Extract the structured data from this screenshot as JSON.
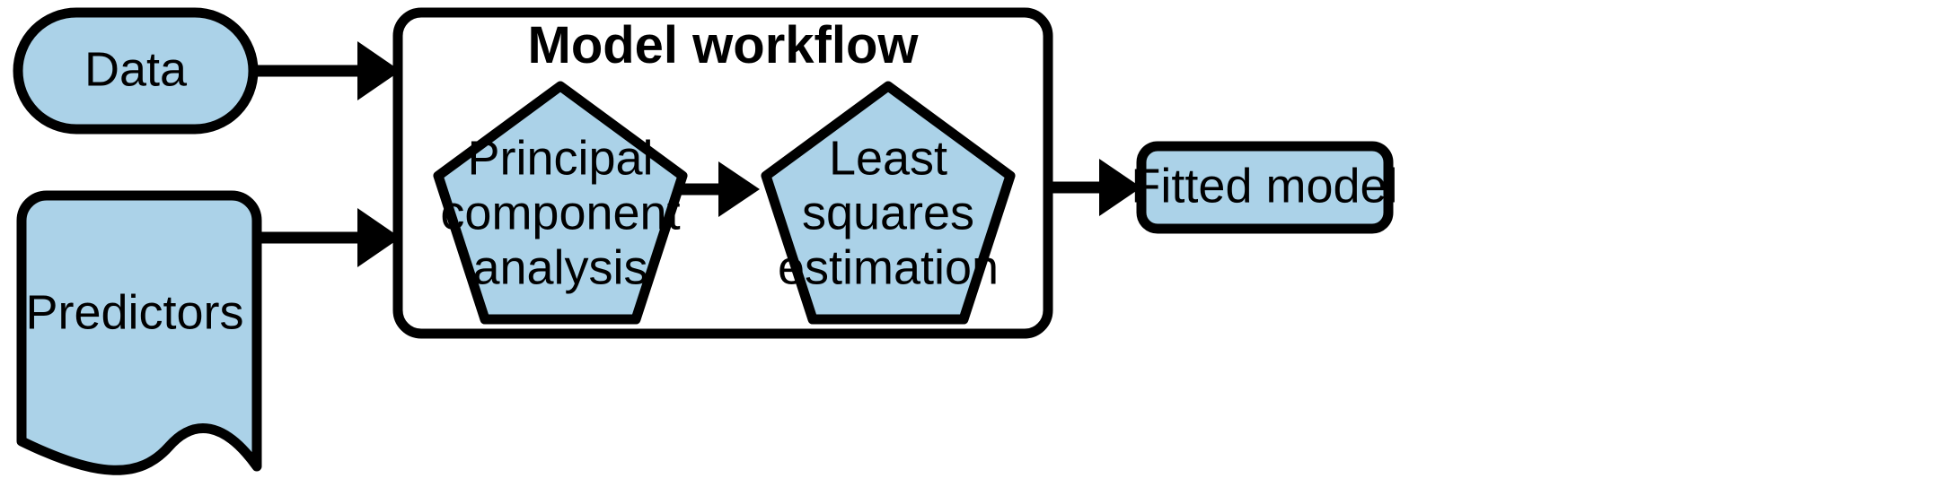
{
  "diagram": {
    "title": "Model workflow",
    "background_color": "#ffffff",
    "node_fill_color": "#abd2e8",
    "stroke_color": "#000000",
    "inputs": [
      {
        "id": "data",
        "label": "Data",
        "shape": "stadium"
      },
      {
        "id": "predictors",
        "label": "Predictors",
        "shape": "document"
      }
    ],
    "container": {
      "id": "model-workflow",
      "label": "Model workflow",
      "shape": "rounded-rectangle",
      "steps": [
        {
          "id": "pca",
          "shape": "pentagon",
          "lines": [
            "Principal",
            "component",
            "analysis"
          ]
        },
        {
          "id": "lse",
          "shape": "pentagon",
          "lines": [
            "Least",
            "squares",
            "estimation"
          ]
        }
      ]
    },
    "output": {
      "id": "fitted-model",
      "label": "Fitted model",
      "shape": "rounded-rectangle"
    },
    "arrows": [
      {
        "id": "data-to-workflow",
        "from": "data",
        "to": "model-workflow"
      },
      {
        "id": "predictors-to-workflow",
        "from": "predictors",
        "to": "model-workflow"
      },
      {
        "id": "pca-to-lse",
        "from": "pca",
        "to": "lse"
      },
      {
        "id": "workflow-to-fitted-model",
        "from": "model-workflow",
        "to": "fitted-model"
      }
    ]
  }
}
